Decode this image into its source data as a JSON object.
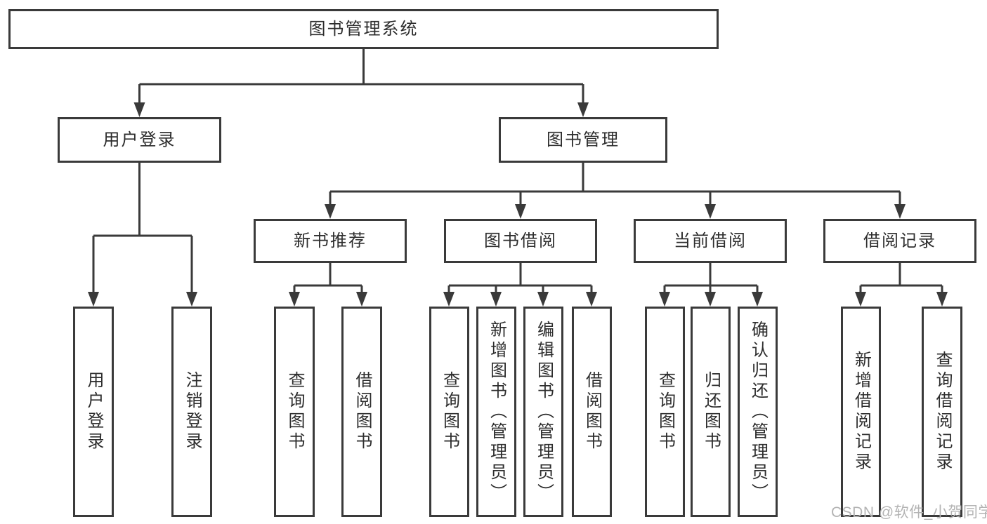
{
  "diagram": {
    "root": {
      "label": "图书管理系统"
    },
    "level2": [
      {
        "label": "用户登录"
      },
      {
        "label": "图书管理"
      }
    ],
    "level3": [
      {
        "label": "新书推荐"
      },
      {
        "label": "图书借阅"
      },
      {
        "label": "当前借阅"
      },
      {
        "label": "借阅记录"
      }
    ],
    "leaves": {
      "user_login": [
        {
          "label": "用户登录"
        },
        {
          "label": "注销登录"
        }
      ],
      "new_book": [
        {
          "label": "查询图书"
        },
        {
          "label": "借阅图书"
        }
      ],
      "book_borrow": [
        {
          "label": "查询图书"
        },
        {
          "label": "新增图书（管理员）"
        },
        {
          "label": "编辑图书（管理员）"
        },
        {
          "label": "借阅图书"
        }
      ],
      "current_borrow": [
        {
          "label": "查询图书"
        },
        {
          "label": "归还图书"
        },
        {
          "label": "确认归还（管理员）"
        }
      ],
      "borrow_record": [
        {
          "label": "新增借阅记录"
        },
        {
          "label": "查询借阅记录"
        }
      ]
    }
  },
  "watermark": {
    "text": "CSDN @软件_小贺同学"
  },
  "colors": {
    "line": "#3a3a3a",
    "text": "#2d2d2d",
    "watermark": "#b3b3b3",
    "background": "#ffffff"
  }
}
